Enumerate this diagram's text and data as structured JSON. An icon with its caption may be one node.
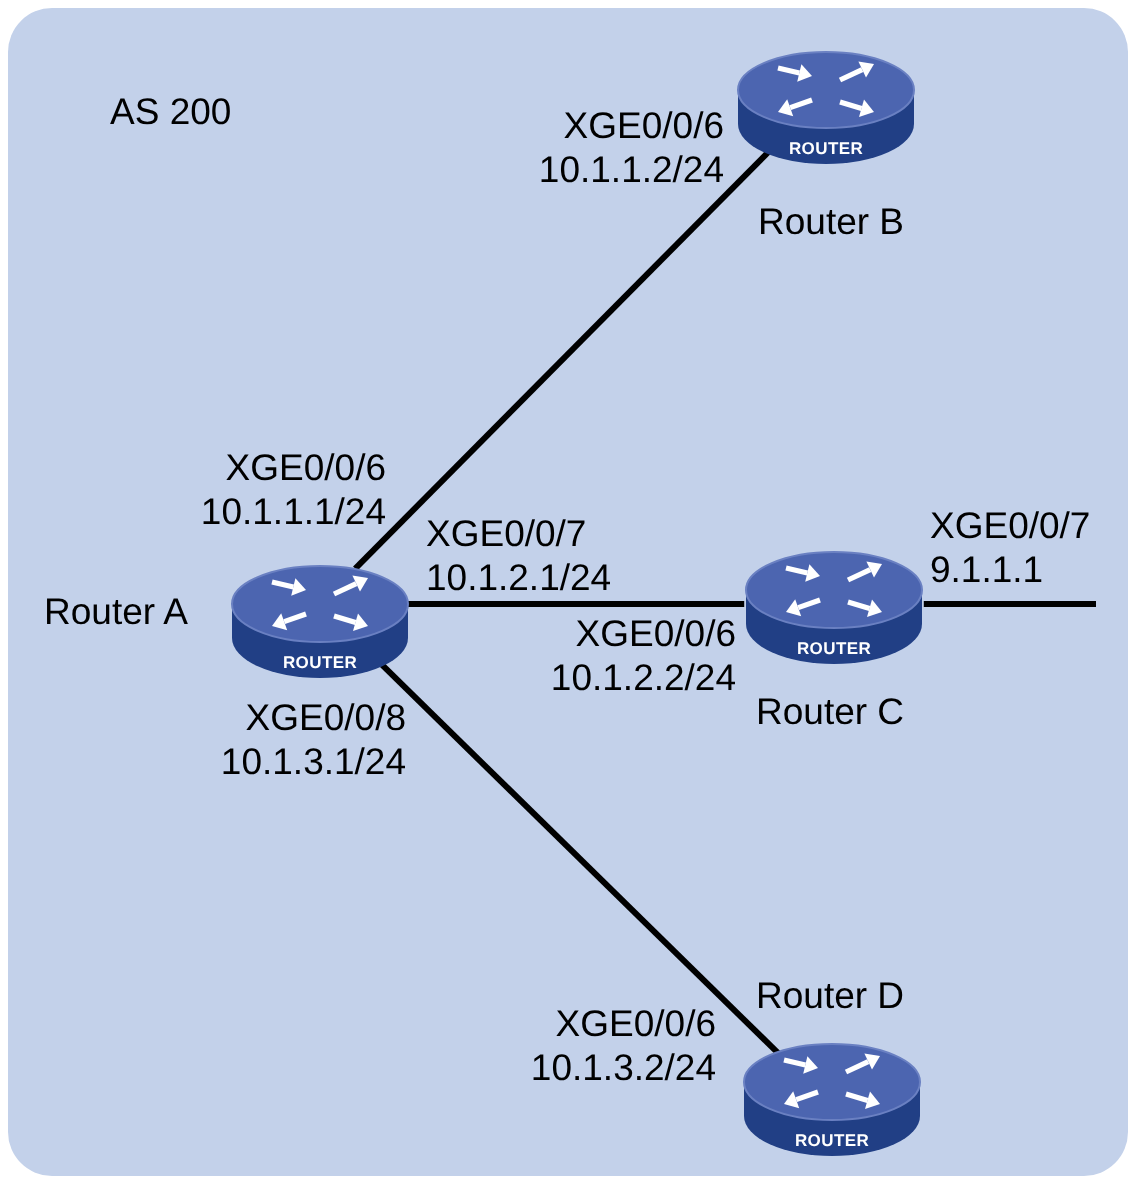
{
  "diagram": {
    "nodes": [
      {
        "text": [
          "AS 200"
        ]
      },
      {
        "text": [
          "ROUTER"
        ],
        "in": 0,
        "beside": [
          "Router B",
          "XGE0/0/6 10.1.1.2/24"
        ]
      },
      {
        "text": [
          "ROUTER"
        ],
        "in": 0,
        "beside": [
          "Router A",
          "XGE0/0/6 10.1.1.1/24",
          "XGE0/0/7 10.1.2.1/24",
          "XGE0/0/8 10.1.3.1/24"
        ]
      },
      {
        "text": [
          "ROUTER"
        ],
        "in": 0,
        "beside": [
          "Router C",
          "XGE0/0/6 10.1.2.2/24",
          "XGE0/0/7 9.1.1.1"
        ]
      },
      {
        "text": [
          "ROUTER"
        ],
        "in": 0,
        "beside": [
          "Router D",
          "XGE0/0/6 10.1.3.2/24"
        ]
      }
    ],
    "edges": [
      {
        "from": 2,
        "to": 1,
        "arrow": "none"
      },
      {
        "from": 2,
        "to": 3,
        "arrow": "none"
      },
      {
        "from": 3,
        "to": null,
        "arrow": "none"
      },
      {
        "from": 2,
        "to": 4,
        "arrow": "none"
      }
    ]
  }
}
